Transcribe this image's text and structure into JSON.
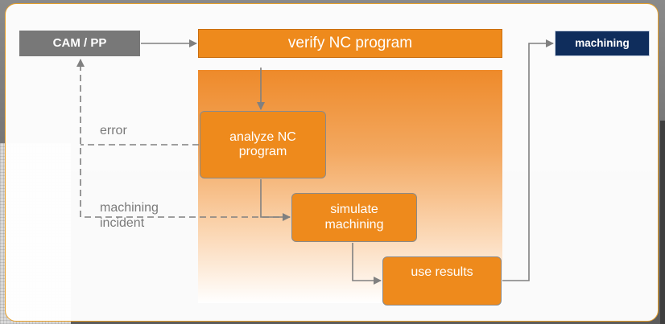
{
  "diagram": {
    "nodes": {
      "cam_pp": "CAM / PP",
      "verify": "verify NC program",
      "machining": "machining",
      "analyze": "analyze NC program",
      "simulate": "simulate machining",
      "results": "use results"
    },
    "edge_labels": {
      "error": "error",
      "incident_line1": "machining",
      "incident_line2": "incident"
    },
    "colors": {
      "step_fill": "#ee8a1c",
      "source_fill": "#787878",
      "target_fill": "#0f2d5c",
      "panel_border": "#e8a02a",
      "connector": "#808080"
    }
  }
}
